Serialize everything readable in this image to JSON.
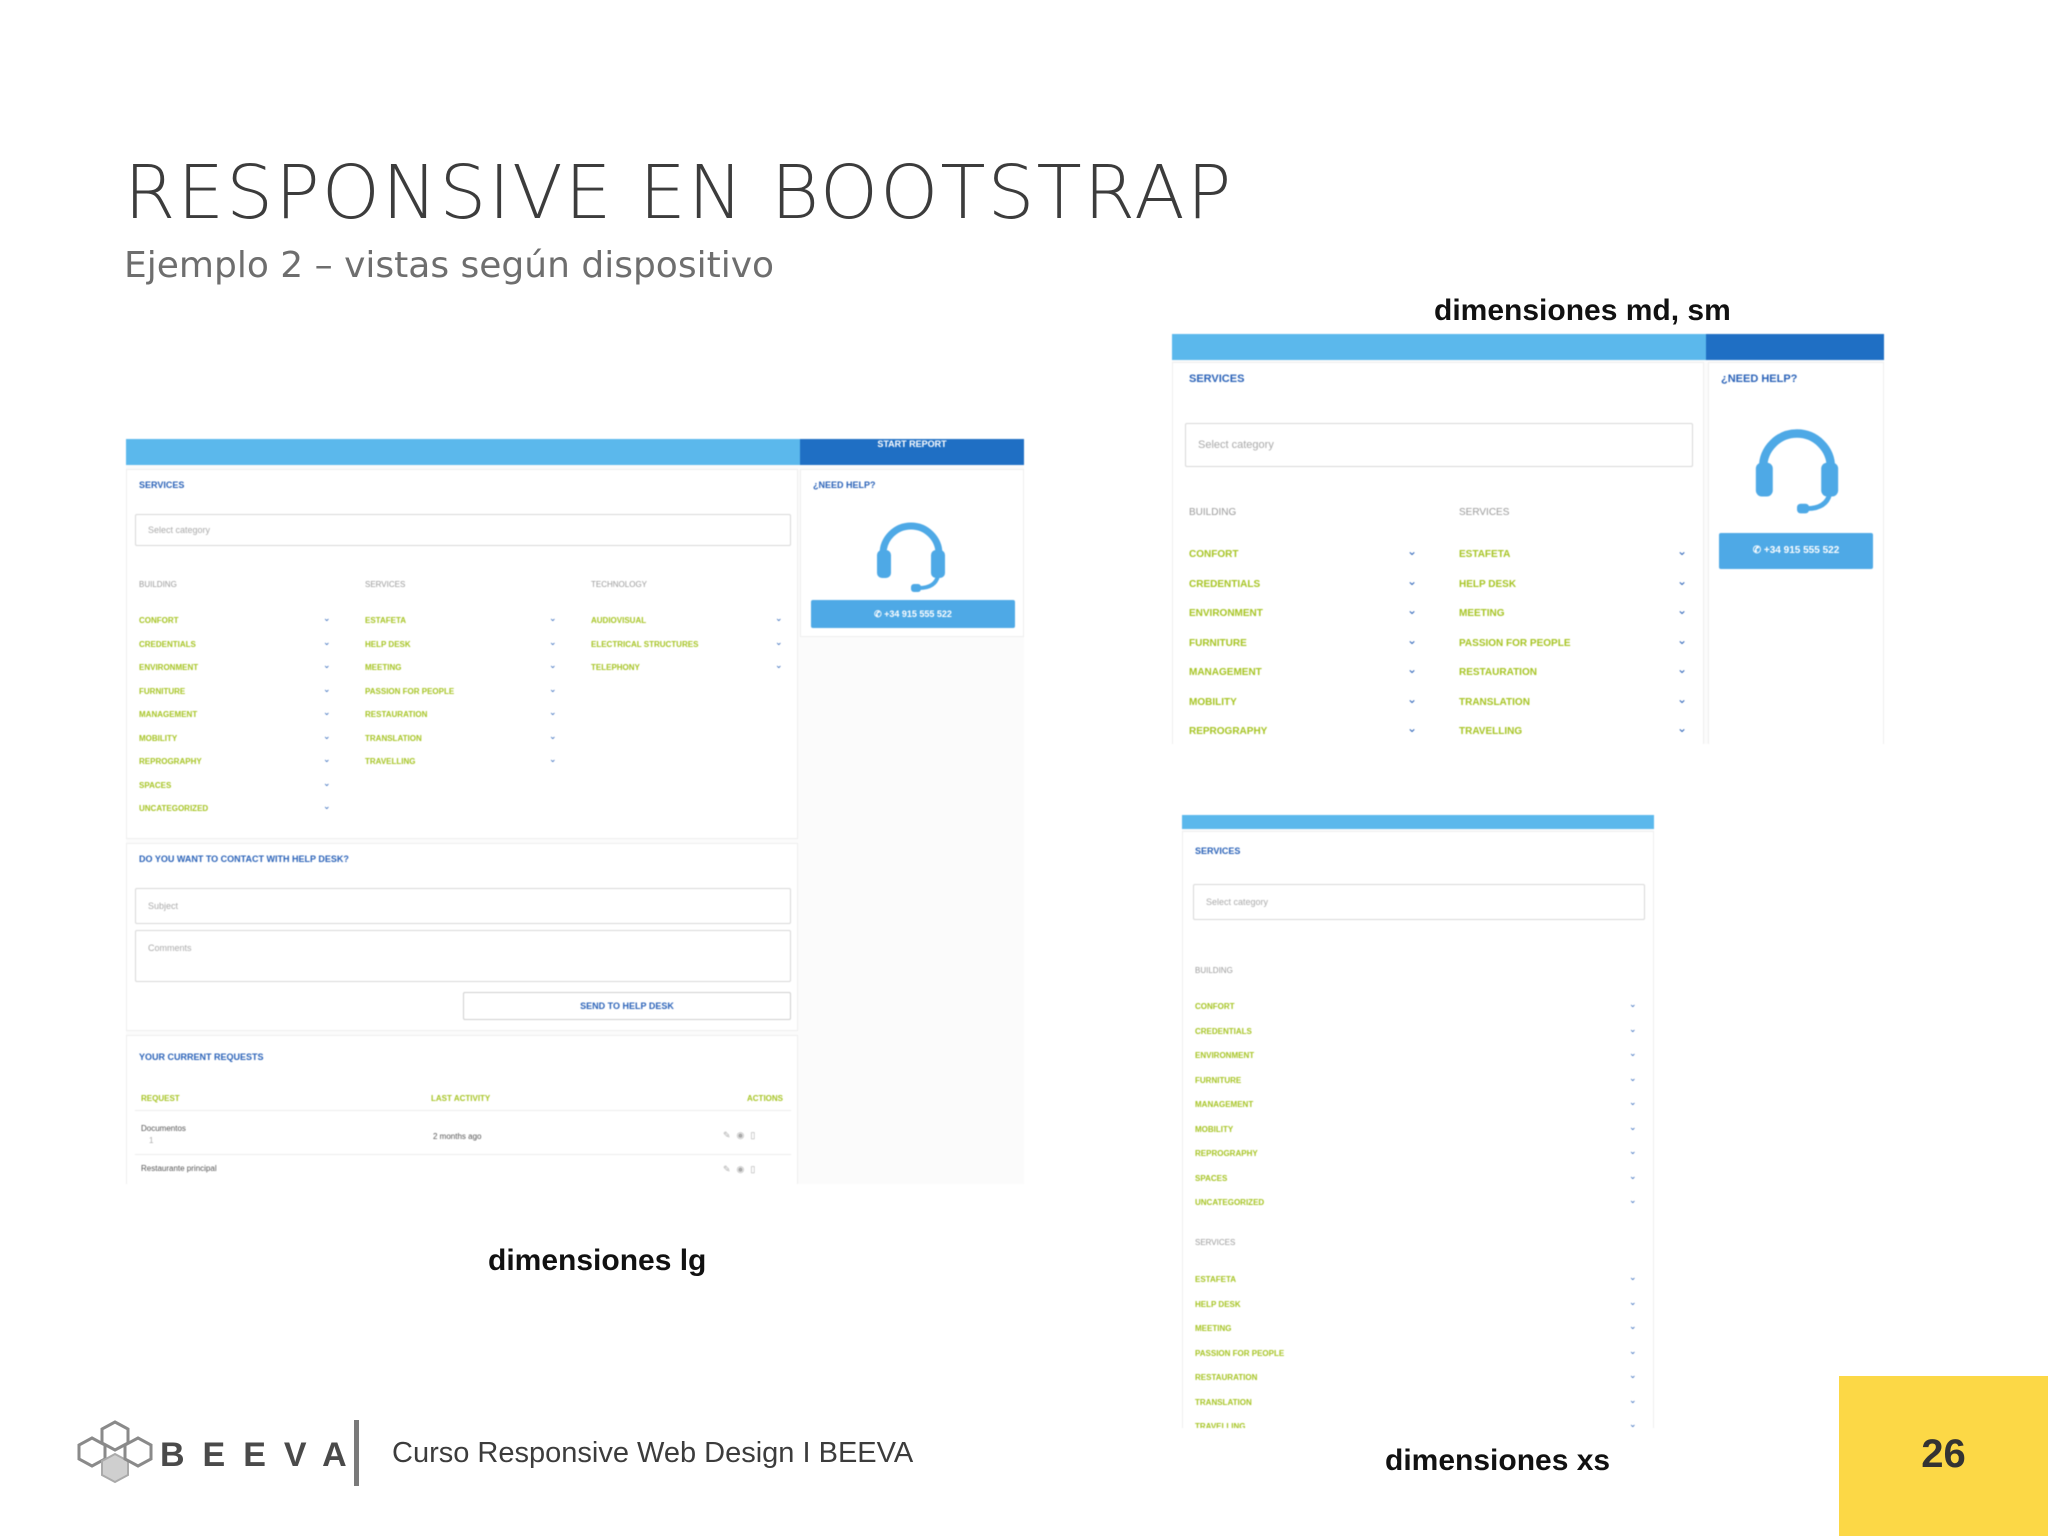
{
  "slide": {
    "title": "RESPONSIVE EN BOOTSTRAP",
    "subtitle": "Ejemplo 2 – vistas según dispositivo",
    "page_number": "26"
  },
  "captions": {
    "lg": "dimensiones lg",
    "md_sm": "dimensiones md, sm",
    "xs": "dimensiones xs"
  },
  "footer": {
    "brand": "BEEVA",
    "course": "Curso Responsive Web Design I BEEVA"
  },
  "app": {
    "start_report": "START REPORT",
    "services_title": "SERVICES",
    "select_placeholder": "Select category",
    "need_help": "¿NEED HELP?",
    "phone": "+34 915 555 522",
    "col_building": "BUILDING",
    "col_services": "SERVICES",
    "col_technology": "TECHNOLOGY",
    "building": [
      "CONFORT",
      "CREDENTIALS",
      "ENVIRONMENT",
      "FURNITURE",
      "MANAGEMENT",
      "MOBILITY",
      "REPROGRAPHY",
      "SPACES",
      "UNCATEGORIZED"
    ],
    "services": [
      "ESTAFETA",
      "HELP DESK",
      "MEETING",
      "PASSION FOR PEOPLE",
      "RESTAURATION",
      "TRANSLATION",
      "TRAVELLING"
    ],
    "technology": [
      "AUDIOVISUAL",
      "ELECTRICAL STRUCTURES",
      "TELEPHONY"
    ],
    "contact_title": "DO YOU WANT TO CONTACT WITH HELP DESK?",
    "subject_placeholder": "Subject",
    "comments_placeholder": "Comments",
    "send_button": "SEND TO HELP DESK",
    "requests_title": "YOUR CURRENT REQUESTS",
    "table_headers": [
      "REQUEST",
      "LAST ACTIVITY",
      "ACTIONS"
    ],
    "rows": [
      {
        "request": "Documentos",
        "sub": "1",
        "activity": "2 months ago"
      },
      {
        "request": "Restaurante principal",
        "sub": "",
        "activity": ""
      }
    ]
  },
  "colors": {
    "topbar": "#5bb8ec",
    "topbar_dark": "#1f6fc4",
    "category_text": "#a6c423",
    "link_blue": "#2a62b8",
    "page_box": "#fcd846"
  }
}
